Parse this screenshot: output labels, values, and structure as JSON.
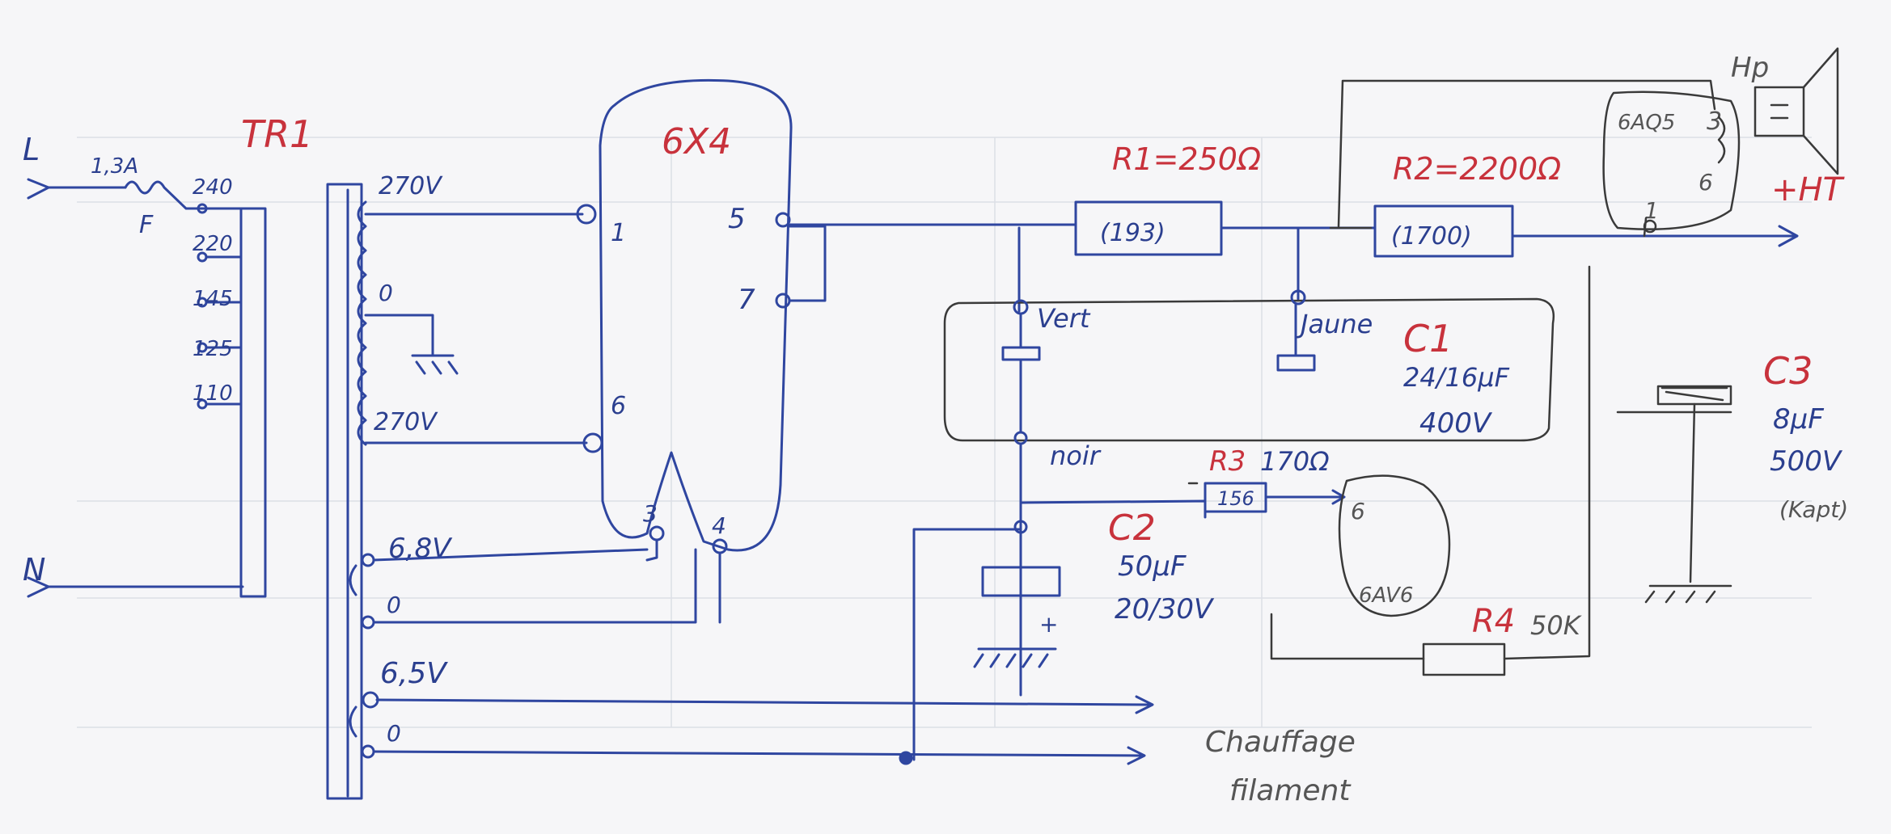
{
  "transformer": {
    "label": "TR1",
    "primary_taps": [
      "240",
      "220",
      "145",
      "125",
      "110"
    ],
    "hv_top": "270V",
    "hv_center": "0",
    "hv_bottom": "270V",
    "tap_68": "6,8V",
    "tap_68_zero": "0",
    "tap_65": "6,5V",
    "tap_65_zero": "0"
  },
  "mains": {
    "line": "L",
    "neutral": "N",
    "fuse_rating": "1,3A",
    "fuse": "F"
  },
  "rectifier": {
    "label": "6X4",
    "pin1": "1",
    "pin6": "6",
    "pin5": "5",
    "pin7": "7",
    "pin3": "3",
    "pin4": "4"
  },
  "resistors": {
    "r1": "R1=250Ω",
    "r1_measured": "(193)",
    "r2": "R2=2200Ω",
    "r2_measured": "(1700)",
    "r3": "R3",
    "r3_value": "170Ω",
    "r3_measured": "156",
    "r4": "R4",
    "r4_value": "50K"
  },
  "capacitors": {
    "c1": "C1",
    "c1_value": "24/16µF",
    "c1_voltage": "400V",
    "c2": "C2",
    "c2_value": "50µF",
    "c2_voltage": "20/30V",
    "c2_plus": "+",
    "c3": "C3",
    "c3_value": "8µF",
    "c3_voltage": "500V",
    "c3_note": "(Kapt)"
  },
  "wire_colors": {
    "vert": "Vert",
    "jaune": "Jaune",
    "noir": "noir"
  },
  "tubes": {
    "output": "6AQ5",
    "output_pin1": "1",
    "output_pin3": "3",
    "output_pin6": "6",
    "preamp": "6AV6",
    "preamp_pin": "6"
  },
  "speaker": "Hp",
  "ht": "+HT",
  "heater": {
    "line1": "Chauffage",
    "line2": "filament"
  },
  "colors": {
    "ink_blue": "#2b3f8f",
    "ink_red": "#c8323c",
    "pencil": "#555555",
    "paper": "#f6f6f8"
  }
}
